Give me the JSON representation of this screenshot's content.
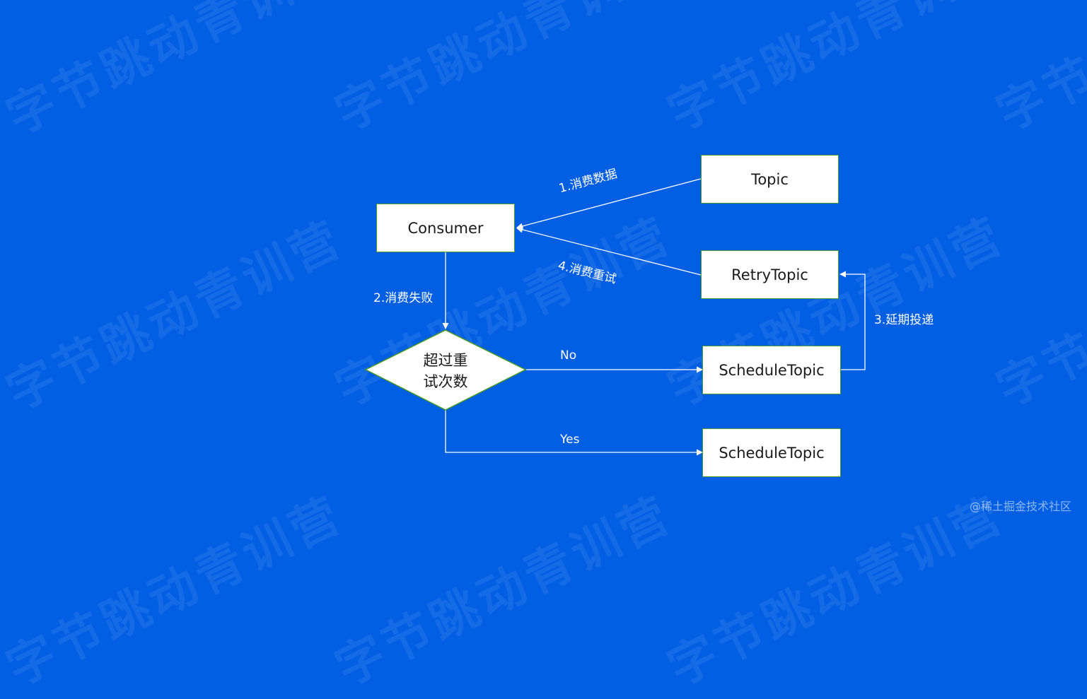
{
  "watermark": {
    "text": "字节跳动青训营"
  },
  "nodes": {
    "consumer": "Consumer",
    "topic": "Topic",
    "retry_topic": "RetryTopic",
    "schedule_topic_no": "ScheduleTopic",
    "schedule_topic_yes": "ScheduleTopic",
    "decision_line1": "超过重",
    "decision_line2": "试次数"
  },
  "edges": {
    "consume_data": "1.消费数据",
    "consume_fail": "2.消费失败",
    "delay_delivery": "3.延期投递",
    "consume_retry": "4.消费重试",
    "no": "No",
    "yes": "Yes"
  },
  "credit": "@稀土掘金技术社区",
  "colors": {
    "background": "#025ee3",
    "node_fill": "#ffffff",
    "node_border": "#4a9a2a",
    "line": "#ffffff",
    "text": "#1a1a1a"
  }
}
